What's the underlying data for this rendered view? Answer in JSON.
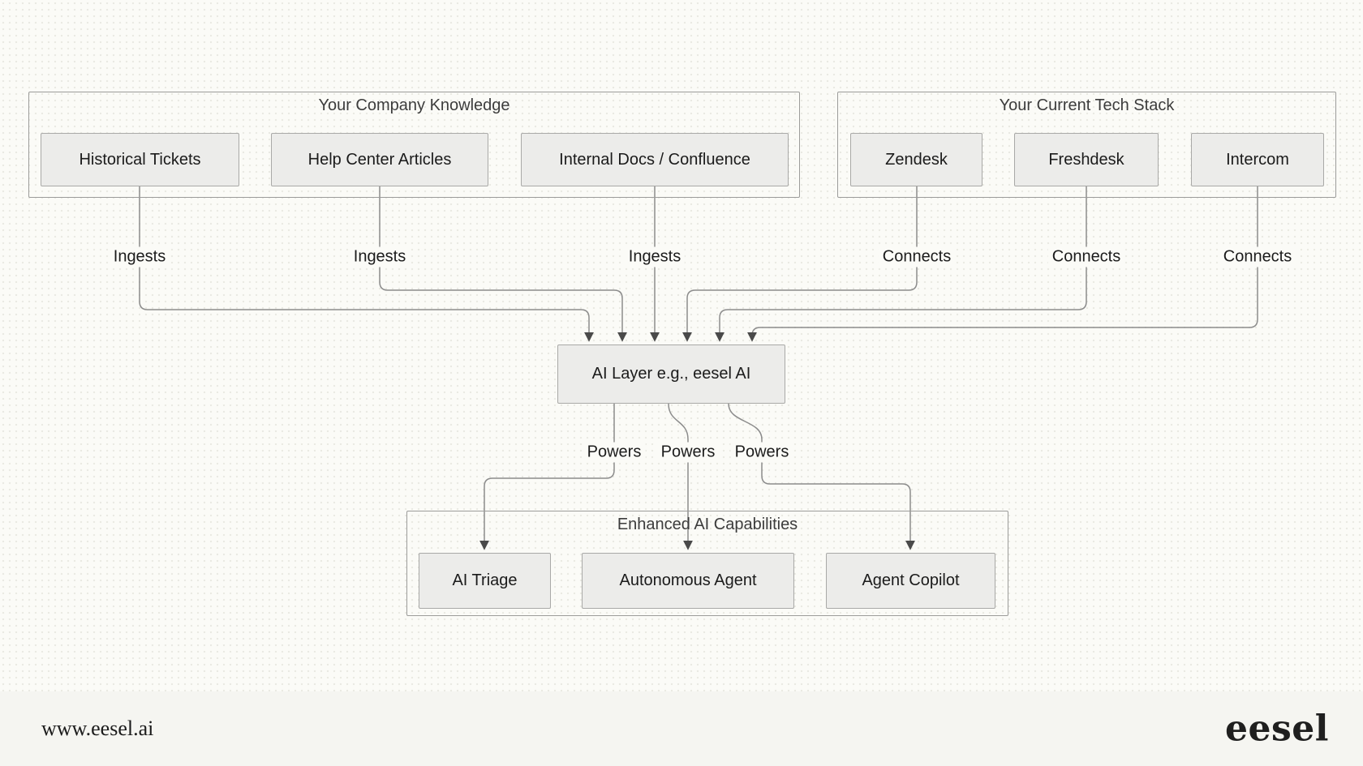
{
  "diagram": {
    "groups": [
      {
        "id": "company-knowledge",
        "title": "Your Company Knowledge",
        "nodes": [
          {
            "label": "Historical Tickets"
          },
          {
            "label": "Help Center Articles"
          },
          {
            "label": "Internal Docs / Confluence"
          }
        ]
      },
      {
        "id": "tech-stack",
        "title": "Your Current Tech Stack",
        "nodes": [
          {
            "label": "Zendesk"
          },
          {
            "label": "Freshdesk"
          },
          {
            "label": "Intercom"
          }
        ]
      },
      {
        "id": "capabilities",
        "title": "Enhanced AI Capabilities",
        "nodes": [
          {
            "label": "AI Triage"
          },
          {
            "label": "Autonomous Agent"
          },
          {
            "label": "Agent Copilot"
          }
        ]
      }
    ],
    "ai_layer": {
      "label": "AI Layer e.g., eesel AI"
    },
    "edge_labels": {
      "ingests": "Ingests",
      "connects": "Connects",
      "powers": "Powers"
    },
    "colors": {
      "page_background": "#fbfbf7",
      "node_fill": "#ececea",
      "node_border": "#a9a9a7",
      "group_border": "#9c9c9a",
      "edge_line": "#8c8c8c",
      "arrowhead": "#4a4a4a",
      "node_text": "#1b1b1b",
      "title_text": "#3c3c3c",
      "footer_background": "#f5f5f1"
    }
  },
  "footer": {
    "website": "www.eesel.ai",
    "logo": "eesel"
  }
}
